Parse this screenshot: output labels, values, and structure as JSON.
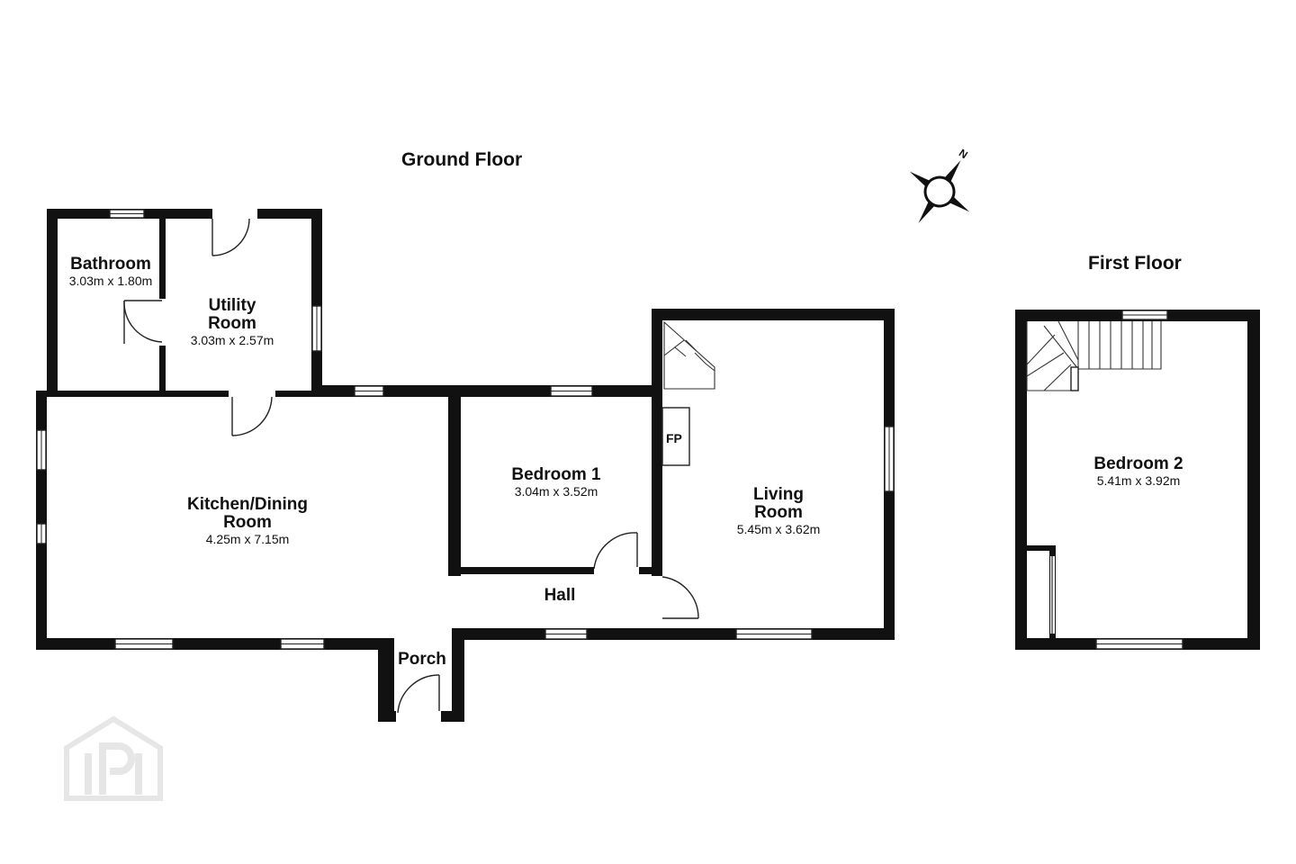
{
  "floors": {
    "ground": {
      "title": "Ground Floor"
    },
    "first": {
      "title": "First Floor"
    }
  },
  "rooms": {
    "bathroom": {
      "name": "Bathroom",
      "dims": "3.03m x 1.80m"
    },
    "utility": {
      "name": "Utility Room",
      "dims": "3.03m x 2.57m"
    },
    "kitchen": {
      "name": "Kitchen/Dining Room",
      "dims": "4.25m x 7.15m"
    },
    "bedroom1": {
      "name": "Bedroom 1",
      "dims": "3.04m x 3.52m"
    },
    "living": {
      "name": "Living Room",
      "dims": "5.45m x 3.62m"
    },
    "hall": {
      "name": "Hall"
    },
    "porch": {
      "name": "Porch"
    },
    "bedroom2": {
      "name": "Bedroom 2",
      "dims": "5.41m x 3.92m"
    }
  },
  "fixtures": {
    "fireplace": "FP"
  },
  "compass": {
    "north_label": "N",
    "icon": "compass-rose-icon"
  },
  "watermark": {
    "icon": "house-p-logo-icon",
    "color": "#e6e6e6"
  },
  "colors": {
    "wall": "#111111",
    "background": "#ffffff"
  }
}
